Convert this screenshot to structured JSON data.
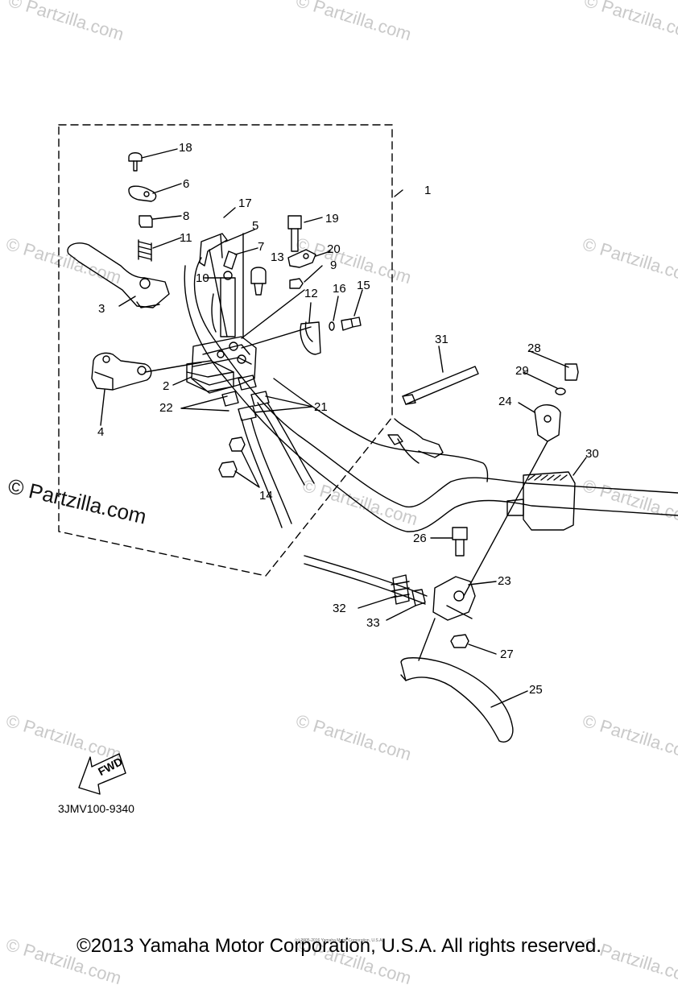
{
  "watermark": {
    "text": "© Partzilla.com",
    "prominent_text": "© Partzilla.com"
  },
  "callouts": {
    "1": "1",
    "2": "2",
    "3": "3",
    "4": "4",
    "5": "5",
    "6": "6",
    "7": "7",
    "8": "8",
    "9": "9",
    "10": "10",
    "11": "11",
    "12": "12",
    "13": "13",
    "14": "14",
    "15": "15",
    "16": "16",
    "17": "17",
    "18": "18",
    "19": "19",
    "20": "20",
    "21": "21",
    "22": "22",
    "23": "23",
    "24": "24",
    "25": "25",
    "26": "26",
    "27": "27",
    "28": "28",
    "29": "29",
    "30": "30",
    "31": "31",
    "32": "32",
    "33": "33"
  },
  "fwd_badge": "FWD",
  "diagram_code": "3JMV100-9340",
  "footer": {
    "copyright": "©2013 Yamaha Motor Corporation, U.S.A. All rights reserved.",
    "fine_print": "(c) 2005-2016 Yamaha Motor Corporation, U.S.A."
  }
}
